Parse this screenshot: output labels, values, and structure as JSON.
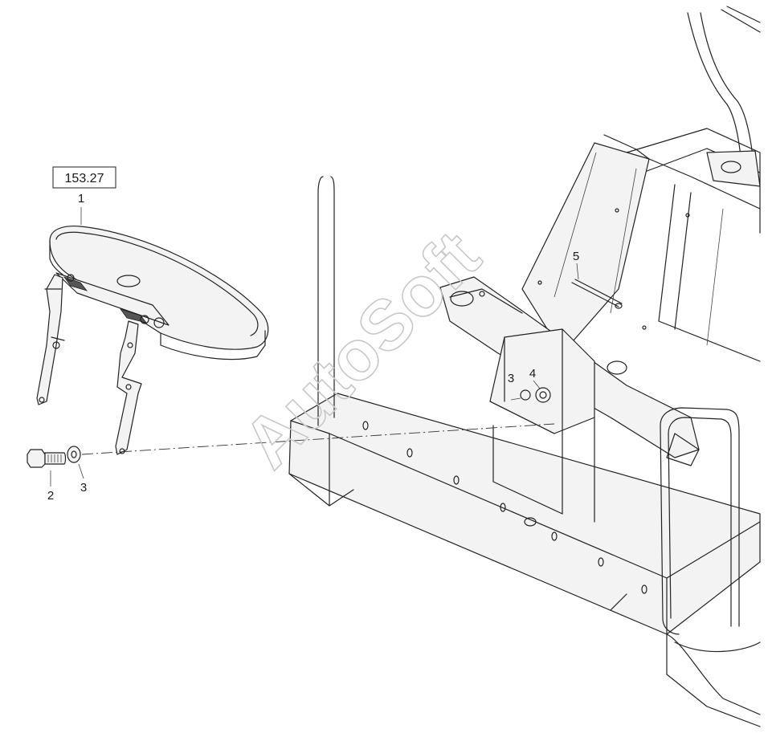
{
  "reference_box": {
    "text": "153.27"
  },
  "callouts": [
    {
      "id": "1",
      "text": "1"
    },
    {
      "id": "2",
      "text": "2"
    },
    {
      "id": "3a",
      "text": "3"
    },
    {
      "id": "3b",
      "text": "3"
    },
    {
      "id": "4",
      "text": "4"
    },
    {
      "id": "5",
      "text": "5"
    }
  ],
  "watermark": {
    "text": "AutoSoft"
  },
  "colors": {
    "line": "#222222",
    "watermark": "#c8c8c8",
    "background": "#ffffff"
  }
}
